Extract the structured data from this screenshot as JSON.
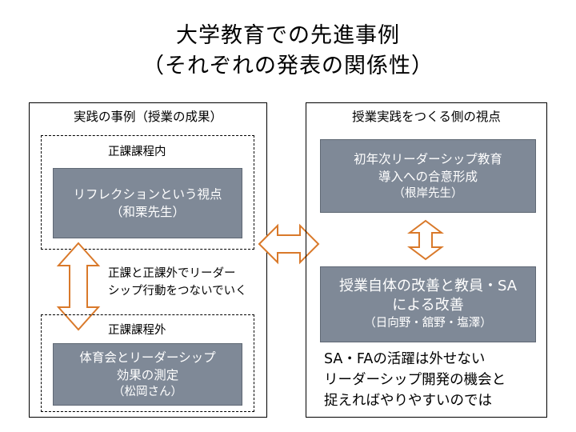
{
  "title": {
    "line1": "大学教育での先進事例",
    "line2": "（それぞれの発表の関係性）"
  },
  "left_panel": {
    "heading": "実践の事例（授業の成果）",
    "inner_top": {
      "label": "正課課程内",
      "box": {
        "line1": "リフレクションという視点",
        "line2": "（和栗先生）"
      }
    },
    "connector_text": {
      "line1": "正課と正課外でリーダー",
      "line2": "シップ行動をつないでいく"
    },
    "inner_bottom": {
      "label": "正課課程外",
      "box": {
        "line1": "体育会とリーダーシップ",
        "line2": "効果の測定",
        "line3": "（松岡さん）"
      }
    }
  },
  "right_panel": {
    "heading": "授業実践をつくる側の視点",
    "box_top": {
      "line1": "初年次リーダーシップ教育",
      "line2": "導入への合意形成",
      "line3": "（根岸先生）"
    },
    "box_bottom": {
      "line1": "授業自体の改善と教員・SA",
      "line2": "による改善",
      "line3": "（日向野・舘野・塩澤）"
    },
    "note": {
      "line1": "SA・FAの活躍は外せない",
      "line2": "リーダーシップ開発の機会と",
      "line3": "捉えればやりやすいのでは"
    }
  },
  "colors": {
    "box_fill": "#7f8997",
    "arrow_stroke": "#d9792a"
  }
}
